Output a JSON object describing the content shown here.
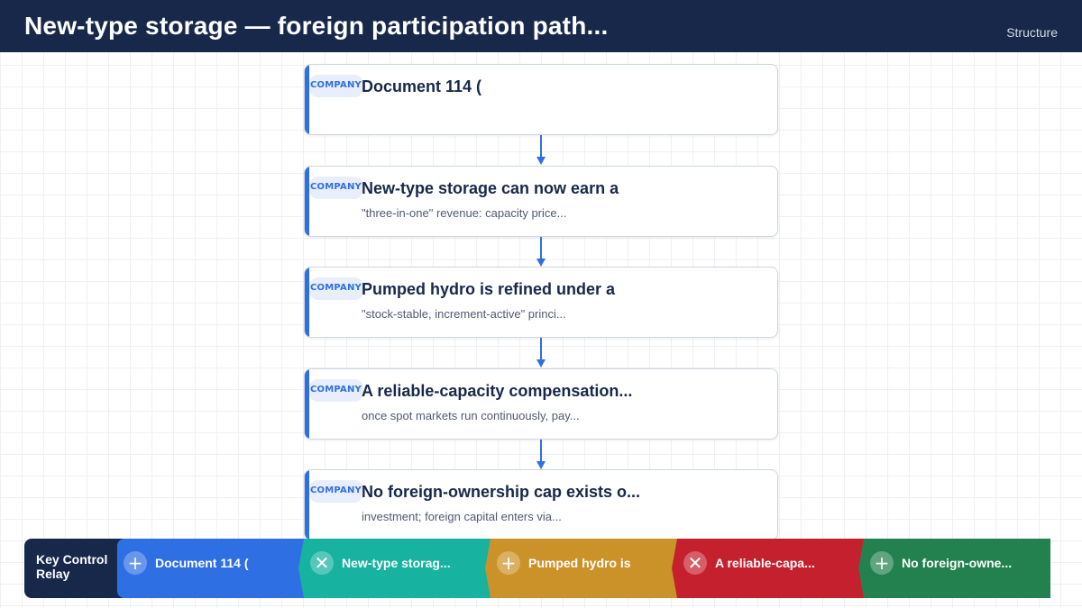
{
  "header": {
    "title": "New-type storage — foreign participation path...",
    "tag": "Structure"
  },
  "nodes": [
    {
      "badge": "COMPANY",
      "title": "Document 114 (",
      "subtitle": ""
    },
    {
      "badge": "COMPANY",
      "title": "New-type storage can now earn a",
      "subtitle": "\"three-in-one\" revenue: capacity price..."
    },
    {
      "badge": "COMPANY",
      "title": "Pumped hydro is refined under a",
      "subtitle": "\"stock-stable, increment-active\" princi..."
    },
    {
      "badge": "COMPANY",
      "title": "A reliable-capacity compensation...",
      "subtitle": "once spot markets run continuously, pay..."
    },
    {
      "badge": "COMPANY",
      "title": "No foreign-ownership cap exists o...",
      "subtitle": "investment; foreign capital enters via..."
    }
  ],
  "relay": {
    "label": "Key Control Relay",
    "segments": [
      {
        "icon": "plus-icon",
        "symbol": "+",
        "text": "Document 114 (",
        "color": "#2f6fe4"
      },
      {
        "icon": "x-icon",
        "symbol": "✕",
        "text": "New-type storag...",
        "color": "#17b2a0"
      },
      {
        "icon": "plus-icon",
        "symbol": "+",
        "text": "Pumped hydro is",
        "color": "#cc922a"
      },
      {
        "icon": "x-icon",
        "symbol": "✕",
        "text": "A reliable-capa...",
        "color": "#c5202e"
      },
      {
        "icon": "plus-icon",
        "symbol": "+",
        "text": "No foreign-owne...",
        "color": "#238150"
      }
    ]
  },
  "colors": {
    "header_bg": "#17284a",
    "accent": "#2f6fe4"
  }
}
